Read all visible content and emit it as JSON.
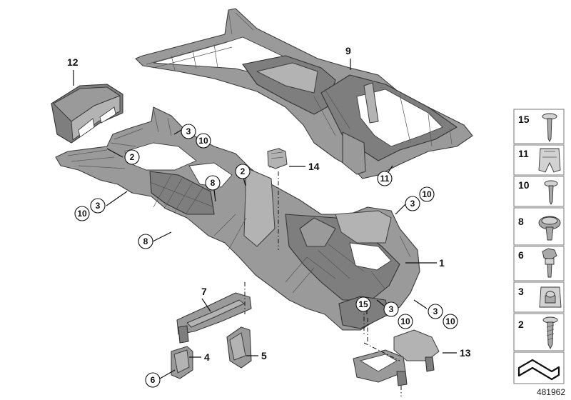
{
  "diagram": {
    "doc_number": "481962",
    "part_labels": {
      "p1": "1",
      "p4": "4",
      "p5": "5",
      "p7": "7",
      "p9": "9",
      "p12": "12",
      "p13": "13",
      "p14": "14"
    },
    "callouts": {
      "c_2a": "2",
      "c_2b": "2",
      "c_3a": "3",
      "c_3b": "3",
      "c_3c": "3",
      "c_3d": "3",
      "c_3e": "3",
      "c_10a": "10",
      "c_10b": "10",
      "c_10c": "10",
      "c_10d": "10",
      "c_10e": "10",
      "c_8a": "8",
      "c_8b": "8",
      "c_11": "11",
      "c_15": "15",
      "c_6": "6"
    },
    "legend": [
      {
        "number": "15",
        "icon": "screw-long-icon"
      },
      {
        "number": "11",
        "icon": "spring-clip-icon"
      },
      {
        "number": "10",
        "icon": "screw-icon"
      },
      {
        "number": "8",
        "icon": "plastic-rivet-icon"
      },
      {
        "number": "6",
        "icon": "hex-bolt-icon"
      },
      {
        "number": "3",
        "icon": "speed-nut-icon"
      },
      {
        "number": "2",
        "icon": "self-tapping-screw-icon"
      }
    ],
    "colors": {
      "part_fill": "#9a9a9a",
      "outline": "#3c3c3c",
      "background": "#ffffff"
    }
  }
}
